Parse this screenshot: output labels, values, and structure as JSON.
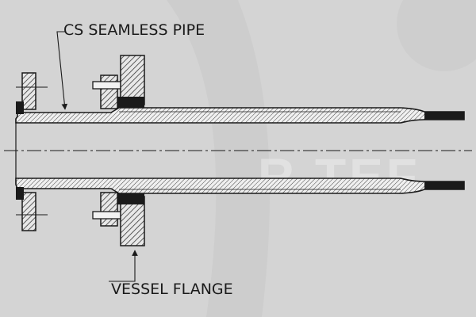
{
  "labels": {
    "pipe": "CS SEAMLESS PIPE",
    "flange": "VESSEL FLANGE"
  },
  "watermark": "R TEF",
  "colors": {
    "background": "#d4d4d4",
    "line": "#1a1a1a",
    "hatch": "#3a3a3a",
    "watermark": "#ececec"
  }
}
